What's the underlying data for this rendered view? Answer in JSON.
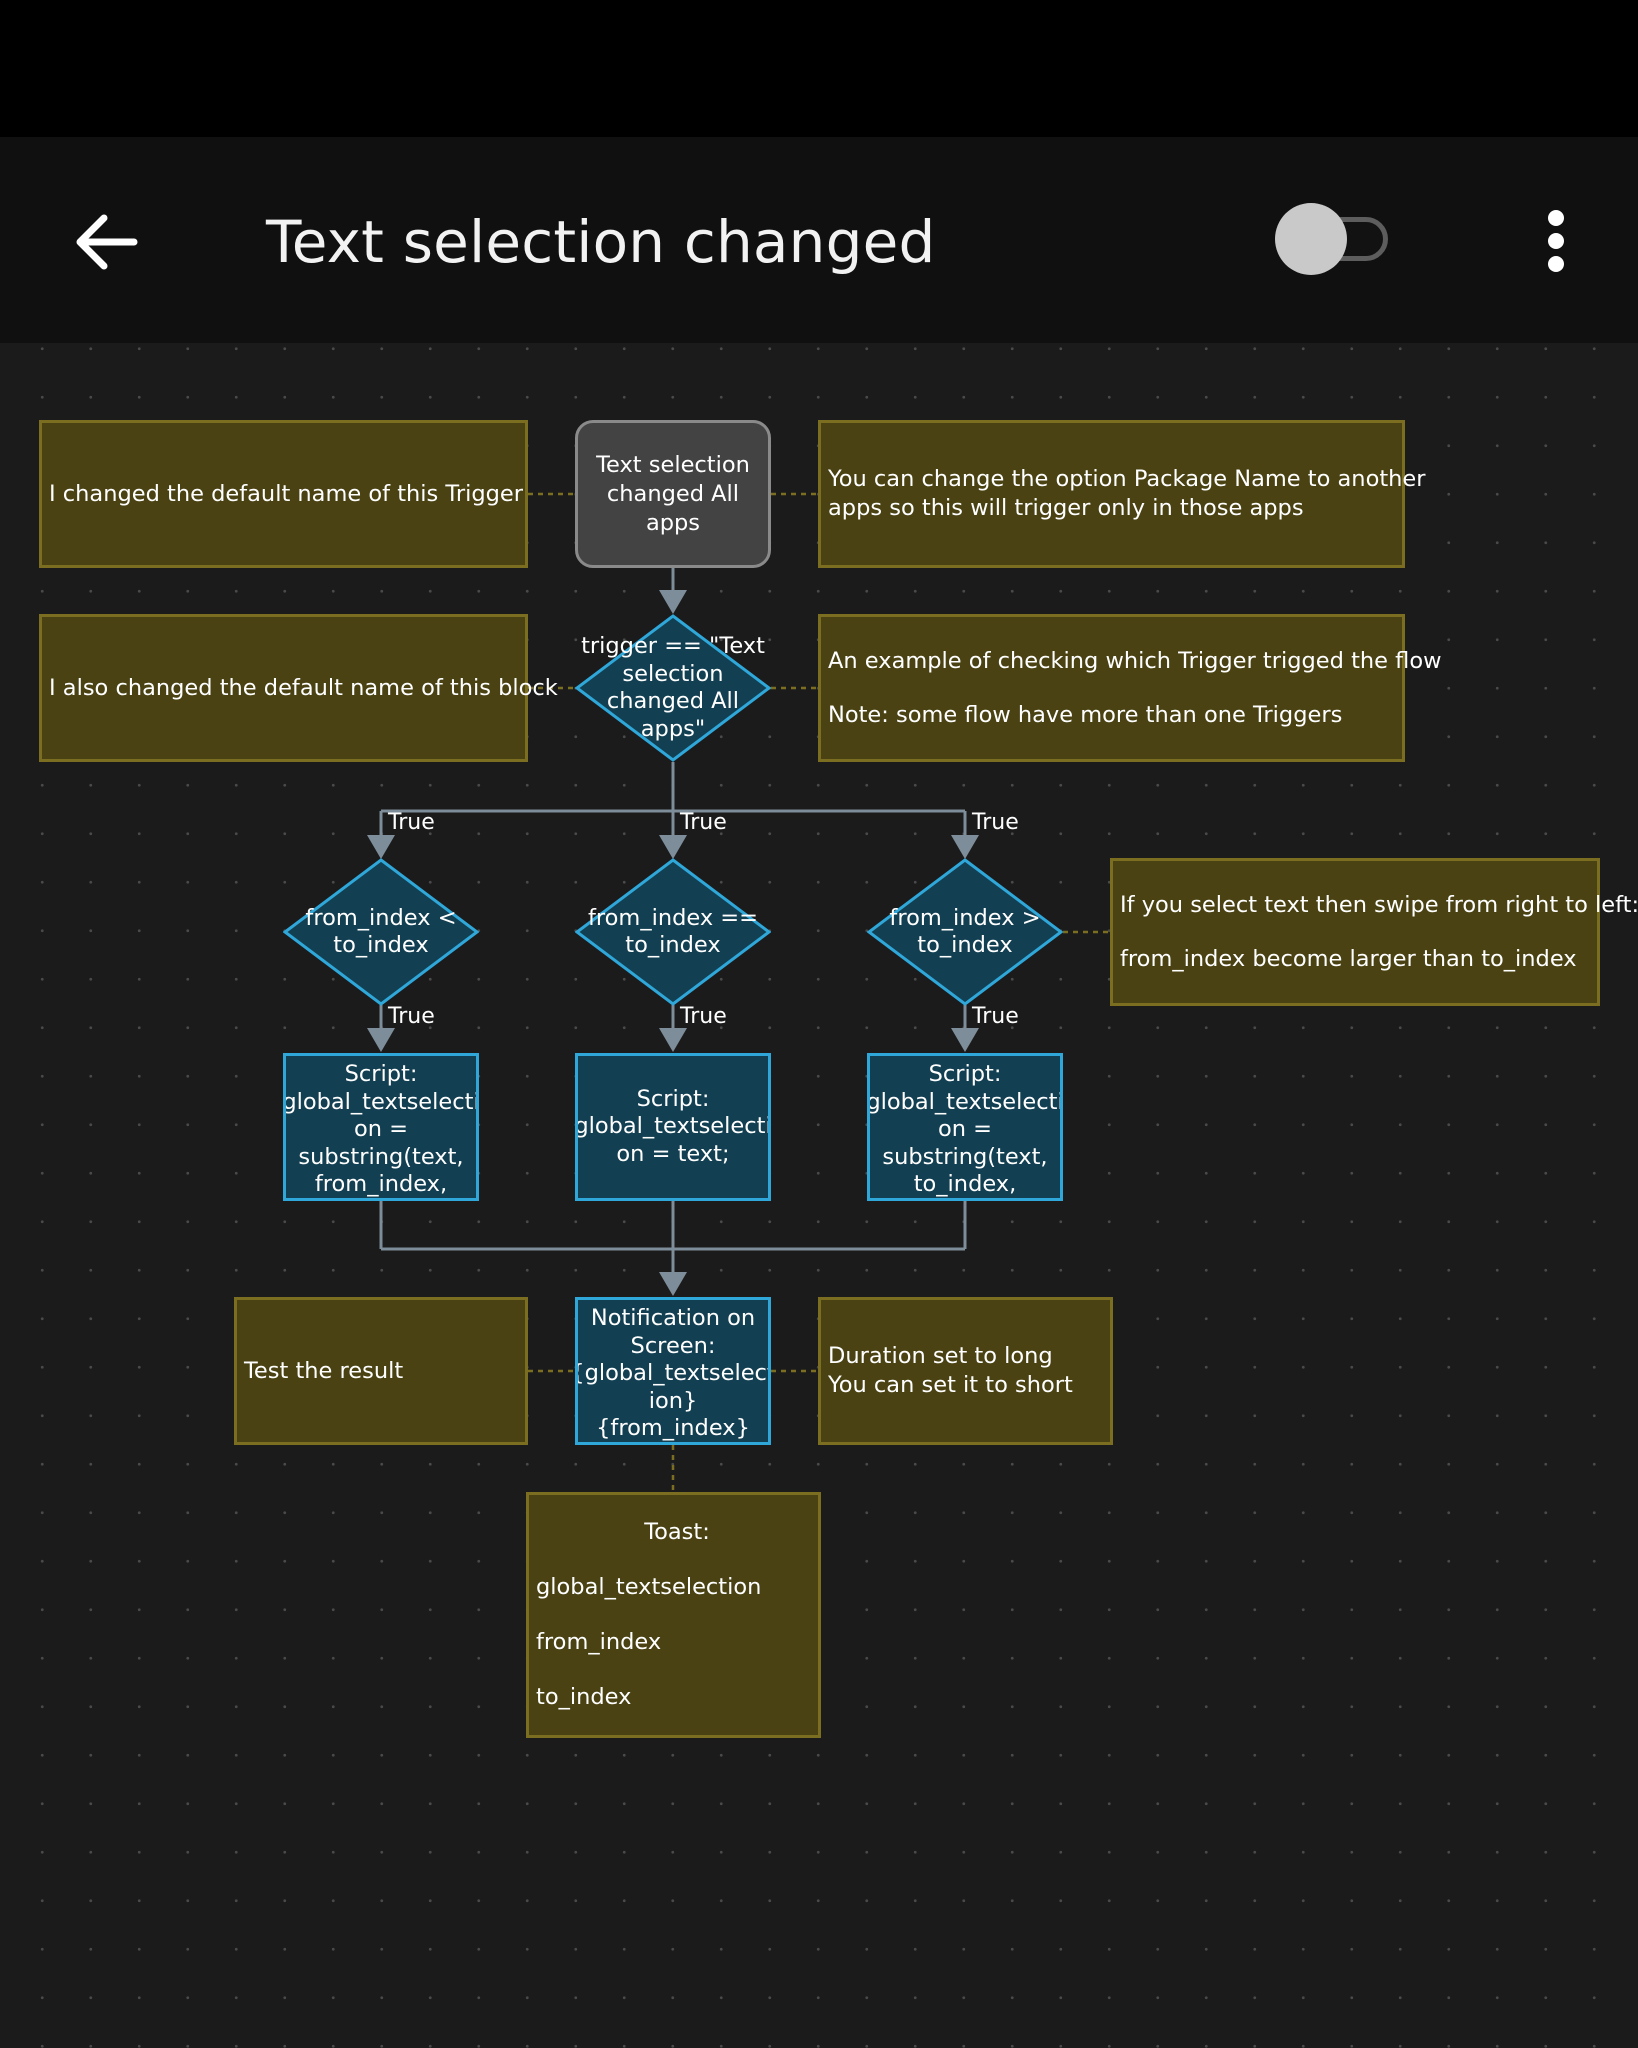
{
  "app_bar": {
    "title": "Text selection changed",
    "toggle_on": false
  },
  "colors": {
    "background": "#1b1b1b",
    "comment_fill": "#4a4213",
    "comment_border": "#7c6e20",
    "action_fill": "#123f52",
    "action_border": "#2fa7d9",
    "trigger_fill": "#434343",
    "wire": "#7d8d9a"
  },
  "flow": {
    "trigger": {
      "line1": "Text selection",
      "line2": "changed All apps"
    },
    "condition_main": {
      "l1": "trigger == \"Text",
      "l2": "selection",
      "l3": "changed All",
      "l4": "apps\""
    },
    "cond_left": {
      "l1": "from_index <",
      "l2": "to_index"
    },
    "cond_mid": {
      "l1": "from_index ==",
      "l2": "to_index"
    },
    "cond_right": {
      "l1": "from_index >",
      "l2": "to_index"
    },
    "branch_labels": [
      "True",
      "True",
      "True",
      "True",
      "True",
      "True"
    ],
    "script_left": {
      "l1": "Script:",
      "l2": "global_textselecti",
      "l3": "on =",
      "l4": "substring(text,",
      "l5": "from_index,"
    },
    "script_mid": {
      "l1": "Script:",
      "l2": "global_textselecti",
      "l3": "on = text;"
    },
    "script_right": {
      "l1": "Script:",
      "l2": "global_textselecti",
      "l3": "on =",
      "l4": "substring(text,",
      "l5": "to_index,"
    },
    "notification": {
      "l1": "Notification on",
      "l2": "Screen:",
      "l3": "{global_textselect",
      "l4": "ion}",
      "l5": "{from_index}"
    }
  },
  "comments": {
    "c1": "I changed the default name of this Trigger",
    "c2": {
      "l1": "You can change the option Package Name to another",
      "l2": "apps so this will trigger only in those apps"
    },
    "c3": "I also changed the default name of this block",
    "c4": {
      "l1": "An example of checking which Trigger trigged the flow",
      "l2": "",
      "l3": "Note: some flow have more than one Triggers"
    },
    "c5": {
      "l1": "If you select text then swipe from right to left:",
      "l2": "",
      "l3": "from_index become larger than to_index"
    },
    "c6": "Test the result",
    "c7": {
      "l1": "Duration set to long",
      "l2": "You can set it to short"
    },
    "toast": {
      "l1": "Toast:",
      "l2": "",
      "l3": "global_textselection",
      "l4": "",
      "l5": "from_index",
      "l6": "",
      "l7": "to_index"
    }
  }
}
